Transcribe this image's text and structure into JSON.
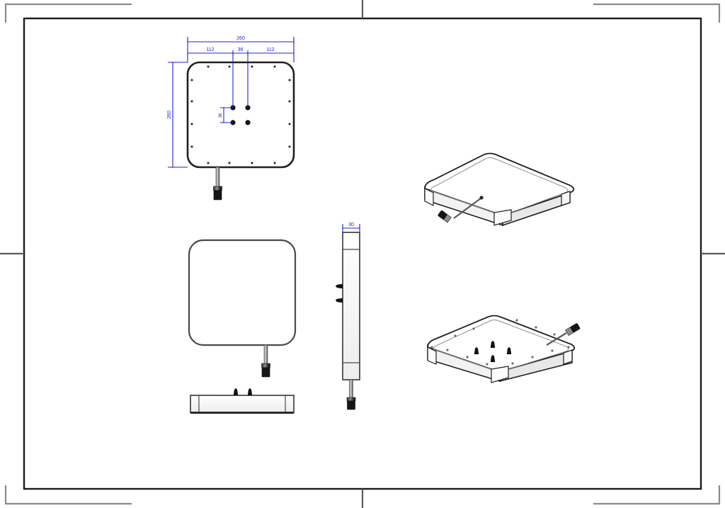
{
  "sheet": {
    "background_color": "#ffffff",
    "border_color": "#1b1b1b",
    "crop_mark_color": "#8a8a8a",
    "dimension_color": "#2222dd",
    "outline_color": "#231f20",
    "body_fill": "#ffffff",
    "shade_fill": "#f2f2f2",
    "hardware_color": "#111111"
  },
  "dimensions": {
    "overall_width": "260",
    "left_segment": "112",
    "center_segment": "36",
    "right_segment": "112",
    "overall_height": "260",
    "hole_spacing": "36",
    "thickness": "30"
  },
  "views": {
    "back": {
      "name": "back-view",
      "label": "260",
      "mount_holes": 4,
      "perimeter_screws": 16
    },
    "front": {
      "name": "front-view"
    },
    "side": {
      "name": "side-view",
      "label": "30",
      "studs": 2
    },
    "bottom_edge": {
      "name": "bottom-edge-view",
      "studs": 2
    },
    "iso_top": {
      "name": "isometric-top-view"
    },
    "iso_bottom": {
      "name": "isometric-bottom-view",
      "mount_studs": 4
    }
  }
}
